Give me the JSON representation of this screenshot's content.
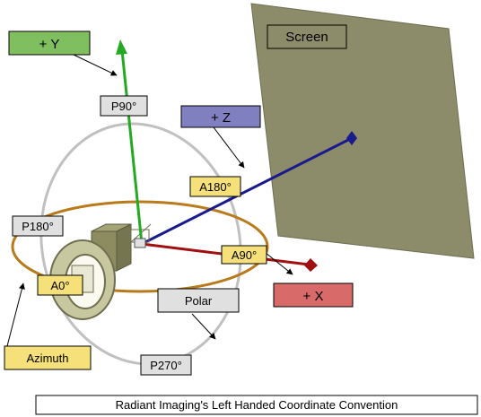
{
  "labels": {
    "plus_y": "+ Y",
    "plus_z": "+ Z",
    "plus_x": "+ X",
    "screen": "Screen",
    "p90": "P90°",
    "p180": "P180°",
    "p270": "P270°",
    "a0": "A0°",
    "a90": "A90°",
    "a180": "A180°",
    "polar": "Polar",
    "azimuth": "Azimuth"
  },
  "caption": "Radiant Imaging's Left Handed Coordinate Convention",
  "colors": {
    "y_axis": "#22aa22",
    "z_axis": "#1a1a8c",
    "x_axis": "#a01010",
    "screen": "#8c8c6a",
    "azimuth_ring": "#b87a1a",
    "polar_ring": "#c0c0c0",
    "label_y": "#7fbf5f",
    "label_z": "#8080c0",
    "label_x": "#d86a6a",
    "label_angle_yellow": "#f5e07a",
    "label_grey": "#e0e0e0"
  }
}
